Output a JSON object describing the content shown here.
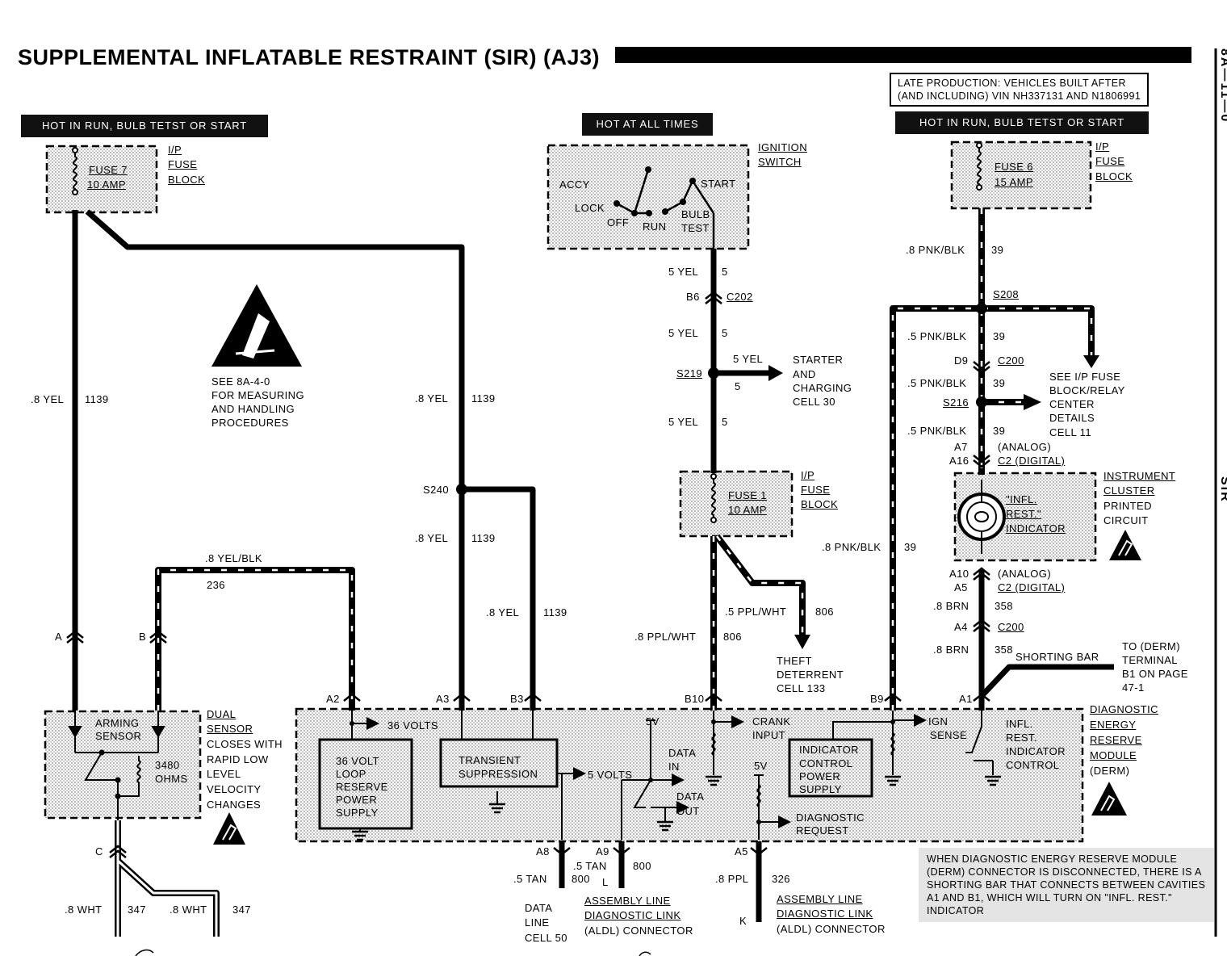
{
  "title": "SUPPLEMENTAL INFLATABLE RESTRAINT (SIR) (AJ3)",
  "side_text": [
    "8A—11—0",
    "SIR"
  ],
  "headers": {
    "left": "HOT IN RUN, BULB TETST OR START",
    "middle": "HOT AT ALL TIMES",
    "right": "HOT IN RUN, BULB TETST OR START"
  },
  "late_production": [
    "LATE PRODUCTION: VEHICLES BUILT AFTER",
    "(AND INCLUDING) VIN NH337131 AND N1806991"
  ],
  "fuses": {
    "fuse7": [
      "FUSE 7",
      "10 AMP"
    ],
    "fuse6": [
      "FUSE 6",
      "15 AMP"
    ],
    "fuse1": [
      "FUSE 1",
      "10 AMP"
    ],
    "ip_label": [
      "I/P",
      "FUSE",
      "BLOCK"
    ]
  },
  "ignition": {
    "label": [
      "IGNITION",
      "SWITCH"
    ],
    "positions": [
      "ACCY",
      "LOCK",
      "OFF",
      "RUN",
      "BULB",
      "TEST",
      "START"
    ]
  },
  "esd_note": [
    "SEE 8A-4-0",
    "FOR MEASURING",
    "AND HANDLING",
    "PROCEDURES"
  ],
  "wires": {
    "w_8yel": ".8 YEL",
    "c1139": "1139",
    "w_8yelblk": ".8 YEL/BLK",
    "c236": "236",
    "w_5yel": "5 YEL",
    "c5": "5",
    "w_8pnkblk": ".8 PNK/BLK",
    "w_5pnkblk": ".5 PNK/BLK",
    "c39": "39",
    "w_8pplwht": ".8 PPL/WHT",
    "w_5pplwht": ".5 PPL/WHT",
    "c806": "806",
    "w_8brn": ".8 BRN",
    "c358": "358",
    "w_5tan": ".5 TAN",
    "c800": "800",
    "w_8ppl": ".8 PPL",
    "c326": "326",
    "w_8wht": ".8 WHT",
    "c347": "347"
  },
  "connectors": {
    "B6": "B6",
    "C202": "C202",
    "S219": "S219",
    "S240": "S240",
    "S208": "S208",
    "D9": "D9",
    "C200": "C200",
    "S216": "S216",
    "A7": "A7",
    "A16": "A16",
    "analog": "(ANALOG)",
    "C2dig": "C2 (DIGITAL)",
    "A10": "A10",
    "A5": "A5",
    "A4": "A4",
    "A": "A",
    "B": "B",
    "C": "C",
    "A2": "A2",
    "A3": "A3",
    "B3": "B3",
    "B10": "B10",
    "B9": "B9",
    "A1": "A1",
    "A8": "A8",
    "A9": "A9",
    "L": "L",
    "K": "K"
  },
  "destinations": {
    "starter": [
      "STARTER",
      "AND",
      "CHARGING",
      "CELL 30"
    ],
    "ipfuse": [
      "SEE I/P FUSE",
      "BLOCK/RELAY",
      "CENTER",
      "DETAILS",
      "CELL 11"
    ],
    "theft": [
      "THEFT",
      "DETERRENT",
      "CELL 133"
    ],
    "derm_b1": [
      "TO (DERM)",
      "TERMINAL",
      "B1 ON PAGE",
      "47-1"
    ],
    "shorting_bar": "SHORTING BAR",
    "data_line": [
      "DATA",
      "LINE",
      "CELL 50"
    ],
    "aldl": [
      "ASSEMBLY LINE",
      "DIAGNOSTIC LINK",
      "(ALDL) CONNECTOR"
    ]
  },
  "cluster": {
    "label": [
      "INSTRUMENT",
      "CLUSTER",
      "PRINTED",
      "CIRCUIT"
    ],
    "indicator": [
      "\"INFL.",
      "REST.\"",
      "INDICATOR"
    ]
  },
  "sensor": {
    "inner": [
      "ARMING",
      "SENSOR"
    ],
    "ohms": [
      "3480",
      "OHMS"
    ],
    "label": [
      "DUAL",
      "SENSOR",
      "CLOSES WITH",
      "RAPID LOW",
      "LEVEL",
      "VELOCITY",
      "CHANGES"
    ]
  },
  "derm": {
    "label": [
      "DIAGNOSTIC",
      "ENERGY",
      "RESERVE",
      "MODULE",
      "(DERM)"
    ],
    "v36": "36 VOLTS",
    "loop": [
      "36 VOLT",
      "LOOP",
      "RESERVE",
      "POWER",
      "SUPPLY"
    ],
    "transient": [
      "TRANSIENT",
      "SUPPRESSION"
    ],
    "v5": "5 VOLTS",
    "v5short": "5V",
    "data_in": [
      "DATA",
      "IN"
    ],
    "data_out": [
      "DATA",
      "OUT"
    ],
    "crank": [
      "CRANK",
      "INPUT"
    ],
    "indicator_ctrl": [
      "INDICATOR",
      "CONTROL",
      "POWER",
      "SUPPLY"
    ],
    "ign_sense": [
      "IGN",
      "SENSE"
    ],
    "infl_ctrl": [
      "INFL.",
      "REST.",
      "INDICATOR",
      "CONTROL"
    ],
    "diag_req": [
      "DIAGNOSTIC",
      "REQUEST"
    ]
  },
  "derm_note": "WHEN DIAGNOSTIC ENERGY RESERVE MODULE (DERM) CONNECTOR IS DISCONNECTED, THERE IS A SHORTING BAR THAT CONNECTS BETWEEN CAVITIES A1 AND B1, WHICH WILL TURN ON \"INFL. REST.\" INDICATOR"
}
